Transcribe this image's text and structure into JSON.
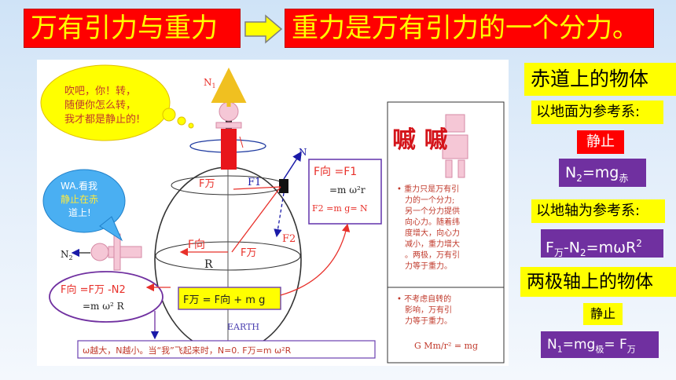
{
  "header": {
    "title_left": "万有引力与重力",
    "title_right": "重力是万有引力的一个分力。"
  },
  "right_panel": {
    "equator_heading": "赤道上的物体",
    "ground_frame": "以地面为参考系:",
    "rest_1": "静止",
    "eq1_main": "N",
    "eq1_sub": "2",
    "eq1_rest": "=mg",
    "eq1_sub2": "赤",
    "axis_frame": "以地轴为参考系:",
    "eq2_a": "F",
    "eq2_a_sub": "万",
    "eq2_b": "-N",
    "eq2_b_sub": "2",
    "eq2_c": "=mωR",
    "eq2_c_sup": "2",
    "pole_heading": "两极轴上的物体",
    "rest_2": "静止",
    "eq3_a": "N",
    "eq3_a_sub": "1",
    "eq3_b": "=mg",
    "eq3_b_sub": "极",
    "eq3_c": "= F",
    "eq3_c_sub": "万"
  },
  "diagram": {
    "bubble1_l1": "吹吧，你！转，",
    "bubble1_l2": "随便你怎么转，",
    "bubble1_l3": "我才都是静止的!",
    "bubble2_l1": "WA.看我",
    "bubble2_l2": "静止在赤",
    "bubble2_l3": "道上!",
    "n1": "N",
    "n1_sub": "1",
    "f_wan_top": "F万",
    "n_label": "N",
    "f1_label": "F1",
    "f2_label": "F2",
    "fxiang_label": "F向",
    "fwan_label": "F万",
    "r_label": "R",
    "n2_left": "N",
    "n2_left_sub": "2",
    "formula_box_1": "F向 =F1",
    "formula_box_2": "=m ω²r",
    "formula_box_3": "F2 =m g= N",
    "text_box_1_l1": "• 重力只是万有引",
    "text_box_1_l2": "力的一个分力;",
    "text_box_1_l3": "另一个分力提供",
    "text_box_1_l4": "向心力。随着纬",
    "text_box_1_l5": "度增大，向心力",
    "text_box_1_l6": "减小，重力增大",
    "text_box_1_l7": "。两极，万有引",
    "text_box_1_l8": "力等于重力。",
    "text_box_2_l1": "• 不考虑自转的",
    "text_box_2_l2": "影响，万有引",
    "text_box_2_l3": "力等于重力。",
    "gmm_formula": "G Mm/r² = mg",
    "left_formula_1": "F向 =F万 -N2",
    "left_formula_2": "=m ω² R",
    "bottom_box_formula": "F万 = F向 + m g",
    "earth_label": "EARTH",
    "bottom_note": "ω越大，N越小。当“我”飞起来时，N=0. F万=m ω²R",
    "cartoon_text": "嘁 嘁"
  }
}
